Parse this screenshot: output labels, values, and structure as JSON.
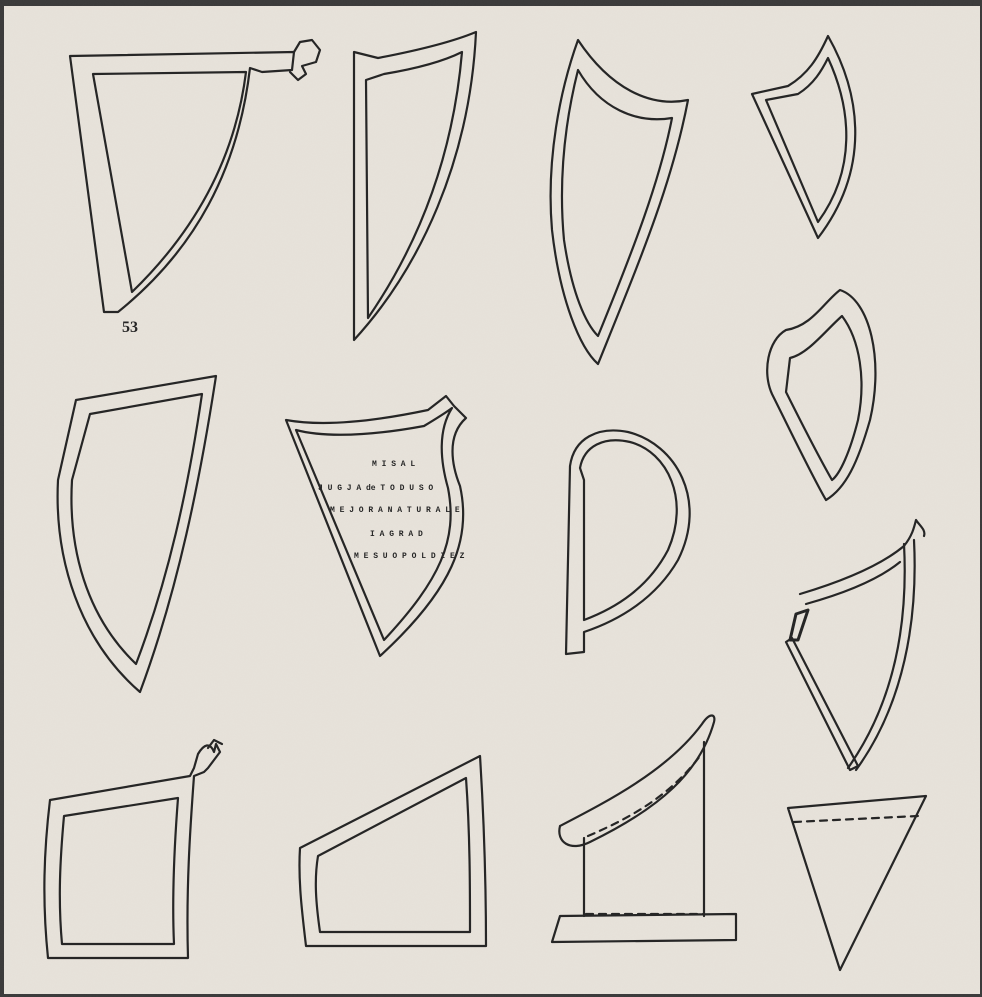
{
  "page": {
    "paper_color": "#e7e2da",
    "ink_color": "#262626",
    "edge_color": "#3a3a3a"
  },
  "figure": {
    "page_number": "53",
    "inscription_lines": [
      "M I S A L",
      "J U G J A  de  T O D U S O",
      "M E J O R A  N A T U R A L E",
      "I A G R A D",
      "M E  S U O  P O L  D I E Z"
    ],
    "harp_outlines": [
      {
        "name": "harp-outline-1",
        "dragon_head": true
      },
      {
        "name": "harp-outline-2"
      },
      {
        "name": "harp-outline-3"
      },
      {
        "name": "harp-outline-4"
      },
      {
        "name": "harp-outline-5"
      },
      {
        "name": "harp-outline-6",
        "inscribed": true
      },
      {
        "name": "harp-outline-7"
      },
      {
        "name": "harp-outline-8"
      },
      {
        "name": "harp-outline-9",
        "scroll_head": true
      },
      {
        "name": "harp-outline-10",
        "dragon_head": true
      },
      {
        "name": "harp-outline-11"
      },
      {
        "name": "harp-outline-12",
        "dashed_strings": true
      },
      {
        "name": "harp-outline-13",
        "dashed_strings": true
      }
    ]
  }
}
